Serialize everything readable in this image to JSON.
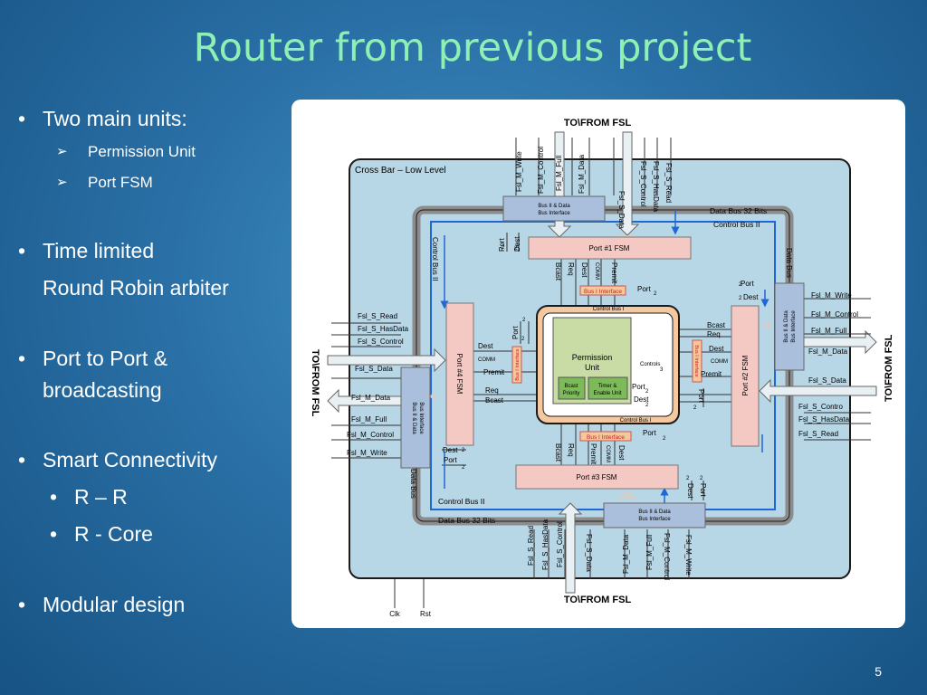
{
  "slide": {
    "title": "Router from previous project",
    "page_number": "5"
  },
  "bullets": [
    {
      "level": 1,
      "marker": "•",
      "text": "Two main units:"
    },
    {
      "level": 2,
      "marker": "➢",
      "text": "Permission Unit"
    },
    {
      "level": 2,
      "marker": "➢",
      "text": "Port FSM"
    },
    {
      "level": 1,
      "marker": "•",
      "text": "Time limited"
    },
    {
      "level": 1,
      "marker": "",
      "text": "Round Robin arbiter"
    },
    {
      "level": 1,
      "marker": "•",
      "text": "Port to Port  &"
    },
    {
      "level": 1,
      "marker": "",
      "text": "broadcasting"
    },
    {
      "level": 1,
      "marker": "•",
      "text": "Smart Connectivity"
    },
    {
      "level": 2,
      "marker": "•",
      "text": "R – R"
    },
    {
      "level": 2,
      "marker": "•",
      "text": "R - Core"
    },
    {
      "level": 1,
      "marker": "•",
      "text": "Modular design"
    }
  ],
  "diagram": {
    "crossbar": "Cross Bar – Low Level",
    "fsl": "TO\\FROM FSL",
    "data_bus_32": "Data Bus 32 Bits",
    "control_bus_ii": "Control Bus II",
    "data_bus": "Data Bus",
    "control_bus_i": "Control Bus I",
    "bus_if_line1": "Bus II & Data",
    "bus_if_line2": "Bus Interface",
    "bus_i_if": "Bus I Interface",
    "port1": "Port #1 FSM",
    "port2": "Port #2 FSM",
    "port3": "Port #3 FSM",
    "port4": "Port #4 FSM",
    "permission": "Permission",
    "unit": "Unit",
    "bcast": "Bcast",
    "priority": "Priority",
    "timer": "Timer &",
    "enable_unit": "Enable Unit",
    "controls": "Controls",
    "clk": "Clk",
    "rst": "Rst",
    "sig": {
      "port": "Port",
      "dest": "Dest",
      "req": "Req",
      "premit": "Premit",
      "comm": "COMM",
      "bcast": "Bcast",
      "two": "2",
      "three": "3",
      "m_write": "Fsl_M_Write",
      "m_control": "Fsl_M_Control",
      "m_full": "Fsl_M_Full",
      "m_data": "Fsl_M_Data",
      "s_data": "Fsl_S_Data",
      "s_control": "Fsl_S_Control",
      "s_hasdata": "Fsl_S_HasData",
      "s_read": "Fsl_S_Read",
      "s_contro": "Fsl_S_Contro"
    }
  }
}
